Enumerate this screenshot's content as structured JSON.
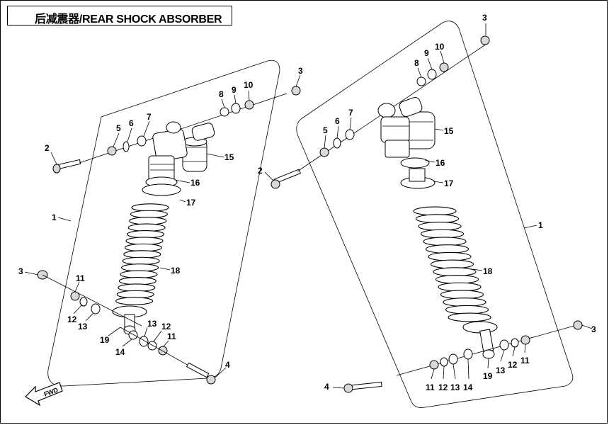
{
  "title": "后减震器/REAR SHOCK ABSORBER",
  "fwd_label": "FWD",
  "callouts": {
    "left": {
      "c1": "1",
      "c2": "2",
      "c3a": "3",
      "c3b": "3",
      "c4": "4",
      "c5": "5",
      "c6": "6",
      "c7": "7",
      "c8": "8",
      "c9": "9",
      "c10": "10",
      "c11a": "11",
      "c12a": "12",
      "c13a": "13",
      "c11b": "11",
      "c12b": "12",
      "c13b": "13",
      "c14": "14",
      "c15": "15",
      "c16": "16",
      "c17": "17",
      "c18": "18",
      "c19": "19"
    },
    "right": {
      "c1": "1",
      "c2": "2",
      "c3a": "3",
      "c3b": "3",
      "c4": "4",
      "c5": "5",
      "c6": "6",
      "c7": "7",
      "c8": "8",
      "c9": "9",
      "c10": "10",
      "c11a": "11",
      "c12a": "12",
      "c13a": "13",
      "c14": "14",
      "c11b": "11",
      "c12b": "12",
      "c13b": "13",
      "c15": "15",
      "c16": "16",
      "c17": "17",
      "c18": "18",
      "c19": "19"
    }
  }
}
